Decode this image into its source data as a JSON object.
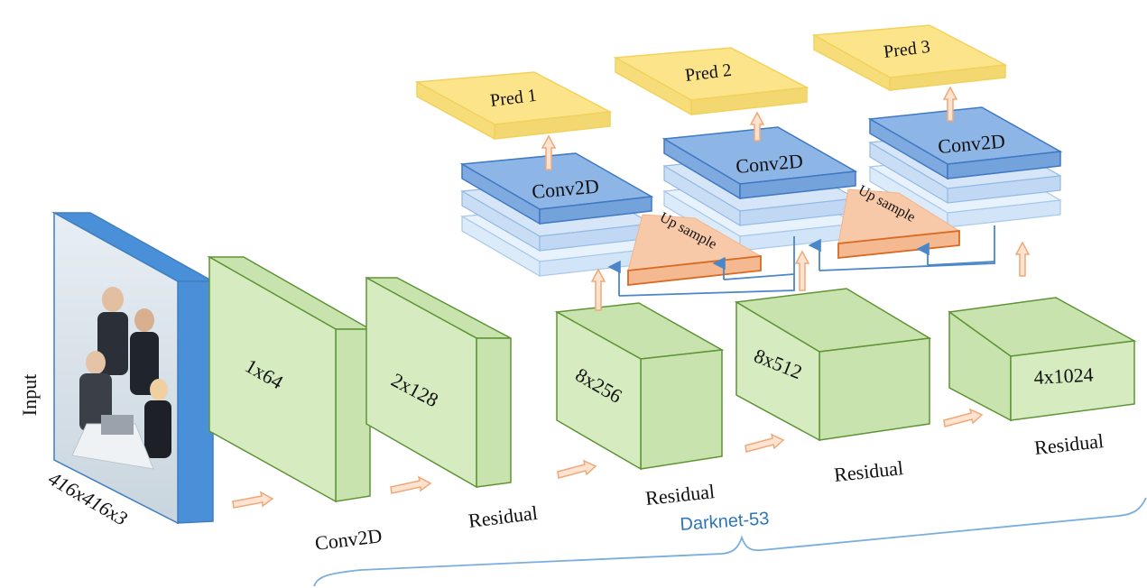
{
  "diagram": {
    "input_label": "Input",
    "input_size": "416x416x3",
    "input_photo": "office-team-photo",
    "blocks": [
      {
        "volume": "1x64",
        "layer": "Conv2D"
      },
      {
        "volume": "2x128",
        "layer": "Residual"
      },
      {
        "volume": "8x256",
        "layer": "Residual"
      },
      {
        "volume": "8x512",
        "layer": "Residual"
      },
      {
        "volume": "4x1024",
        "layer": "Residual"
      }
    ],
    "backbone_label": "Darknet-53",
    "heads": [
      {
        "pred": "Pred 1",
        "conv": "Conv2D"
      },
      {
        "pred": "Pred 2",
        "conv": "Conv2D"
      },
      {
        "pred": "Pred 3",
        "conv": "Conv2D"
      }
    ],
    "upsample_labels": [
      "Up sample",
      "Up sample"
    ]
  },
  "colors": {
    "green_face": "#d6ecc0",
    "green_side": "#c8e3ad",
    "green_edge": "#5e9436",
    "yellow": "#fbe48a",
    "blue_dark": "#8db6e6",
    "blue_edge": "#3f78c4",
    "orange": "#f8c9a8",
    "orange_edge": "#d96a22",
    "arrow_blue": "#4a86c8",
    "brace_blue": "#7aaede",
    "label_blue": "#2e75b6"
  }
}
